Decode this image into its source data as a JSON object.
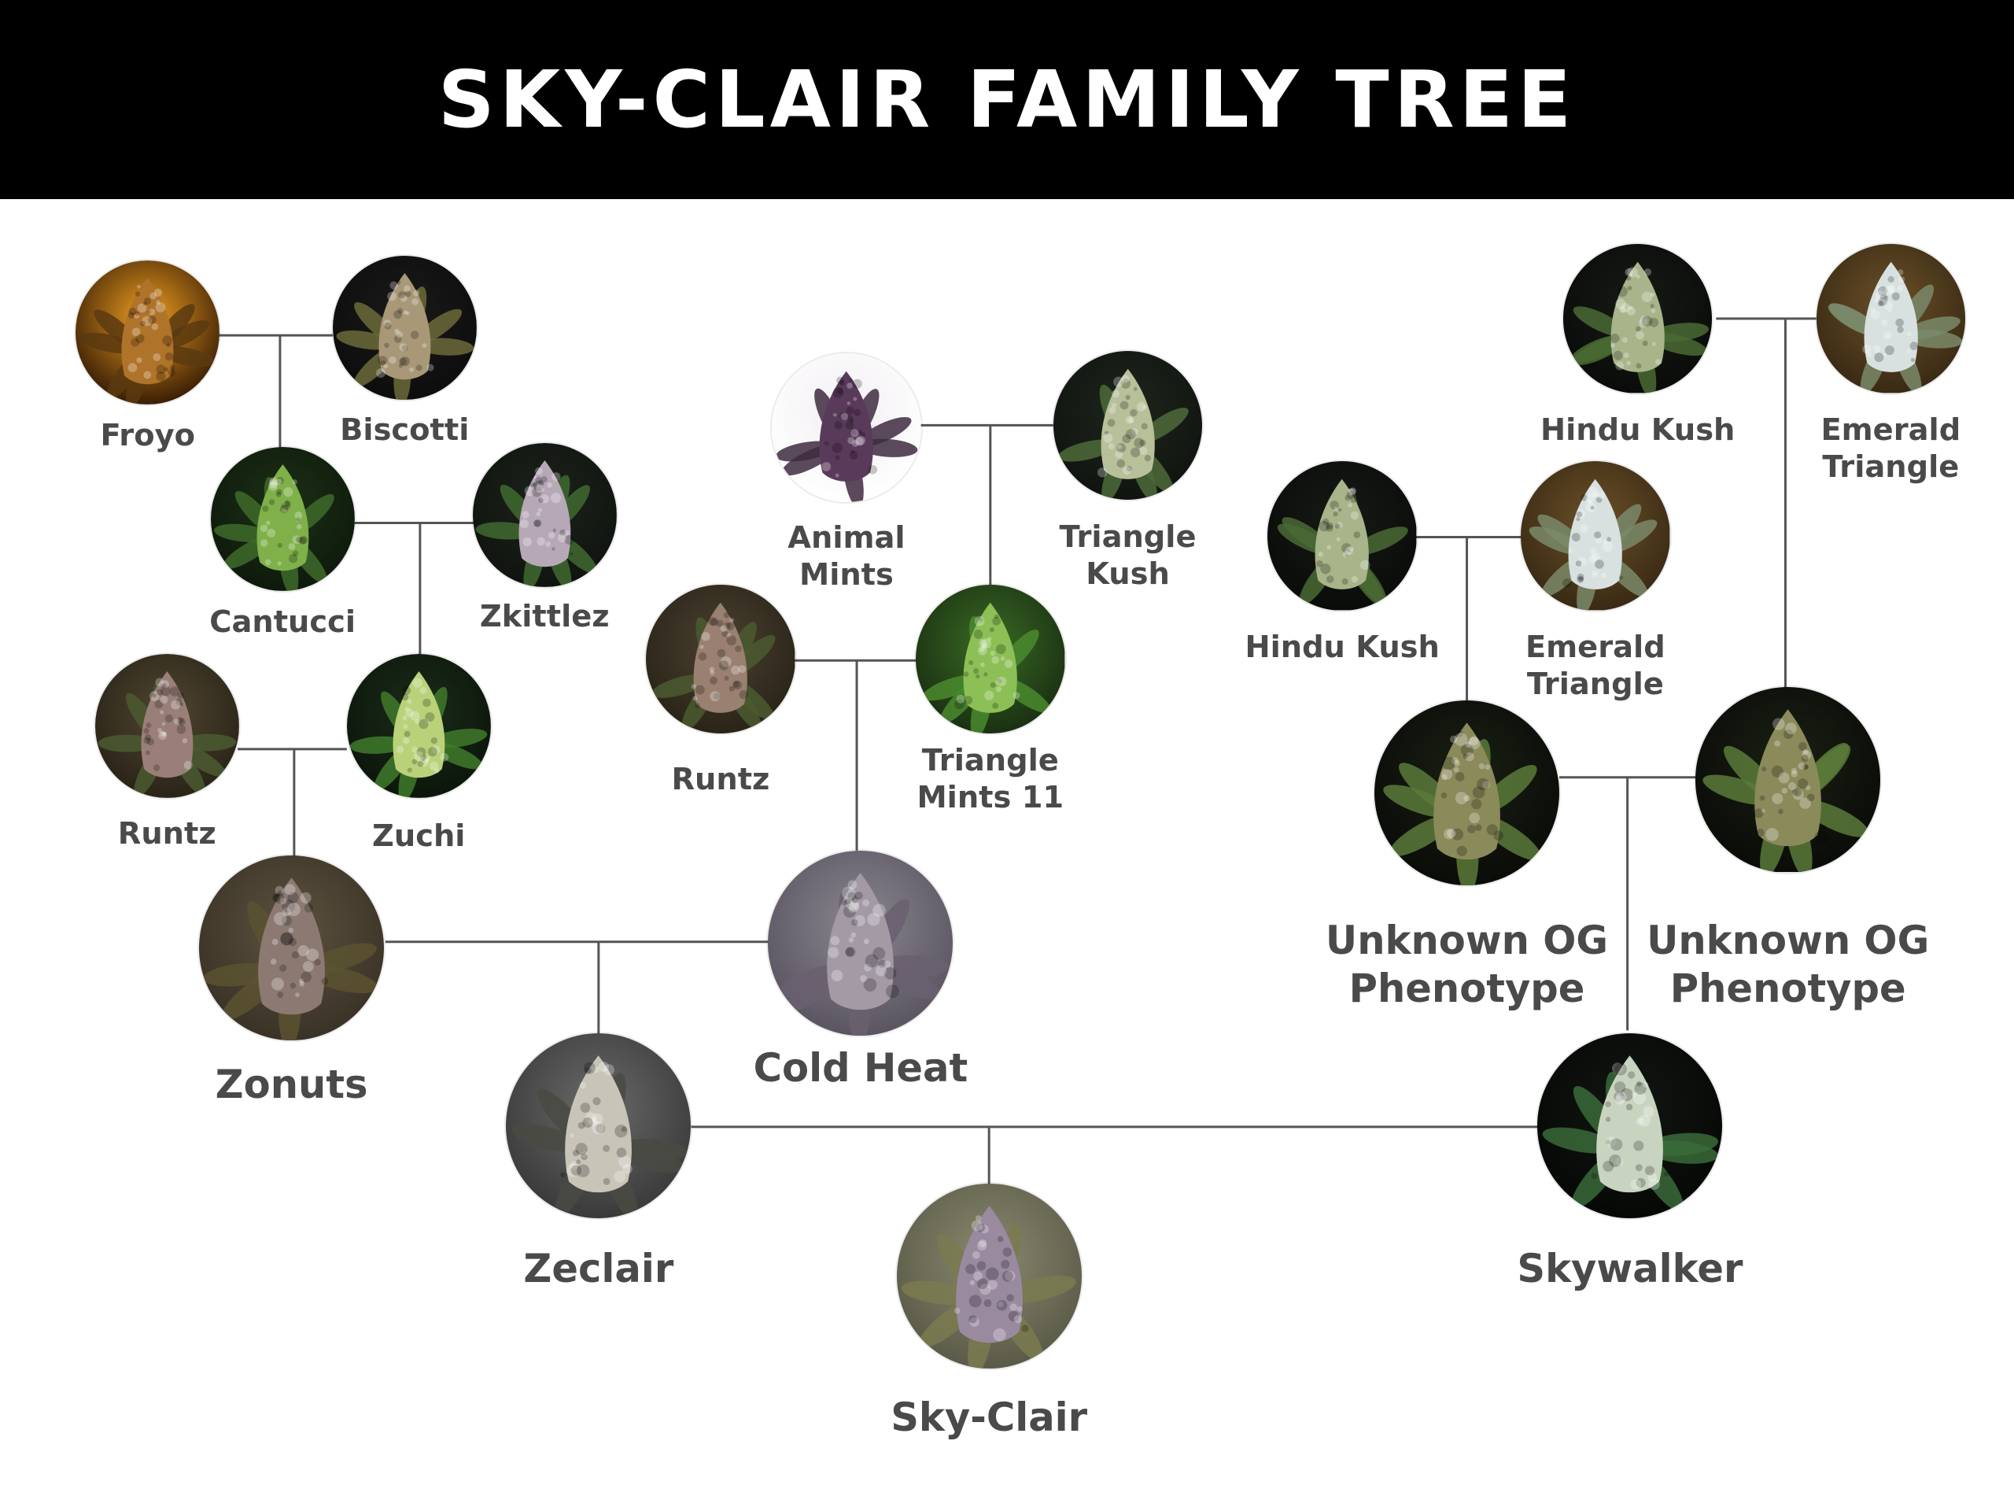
{
  "title": "SKY-CLAIR FAMILY TREE",
  "colors": {
    "banner": "#000000",
    "title_text": "#ffffff",
    "label_text": "#4a4a4a",
    "connector": "#555555",
    "background": "#ffffff"
  },
  "nodes": [
    {
      "id": "froyo",
      "label": [
        "Froyo"
      ],
      "photo": {
        "bg": "#3a1e05",
        "glow": "#f0a020",
        "bud": "#b0732a",
        "leaf": "#5a3a10"
      }
    },
    {
      "id": "biscotti",
      "label": [
        "Biscotti"
      ],
      "photo": {
        "bg": "#0d0d0d",
        "glow": "#1a1a1a",
        "bud": "#a89878",
        "leaf": "#6b6a3a"
      }
    },
    {
      "id": "cantucci",
      "label": [
        "Cantucci"
      ],
      "photo": {
        "bg": "#0e1a0c",
        "glow": "#1d3016",
        "bud": "#7fb04a",
        "leaf": "#3e6a2a"
      }
    },
    {
      "id": "zkittlez",
      "label": [
        "Zkittlez"
      ],
      "photo": {
        "bg": "#101410",
        "glow": "#1c231a",
        "bud": "#b7a8b8",
        "leaf": "#3f6a30"
      }
    },
    {
      "id": "runtz-1",
      "label": [
        "Runtz"
      ],
      "photo": {
        "bg": "#2a2418",
        "glow": "#504530",
        "bud": "#9a7f78",
        "leaf": "#4a5a30"
      }
    },
    {
      "id": "zuchi",
      "label": [
        "Zuchi"
      ],
      "photo": {
        "bg": "#0c160c",
        "glow": "#1a2c18",
        "bud": "#b9d27a",
        "leaf": "#3f7a2a"
      }
    },
    {
      "id": "zonuts",
      "label": [
        "Zonuts"
      ],
      "photo": {
        "bg": "#3a3226",
        "glow": "#5c5240",
        "bud": "#8c7a72",
        "leaf": "#5a5230"
      }
    },
    {
      "id": "animal-mints",
      "label": [
        "Animal",
        "Mints"
      ],
      "photo": {
        "bg": "#ffffff",
        "glow": "#f2eef2",
        "bud": "#5a3a5a",
        "leaf": "#3e2a40"
      }
    },
    {
      "id": "triangle-kush-1",
      "label": [
        "Triangle",
        "Kush"
      ],
      "photo": {
        "bg": "#101410",
        "glow": "#1e261c",
        "bud": "#b8c09a",
        "leaf": "#4e6a3a"
      }
    },
    {
      "id": "runtz-2",
      "label": [
        "Runtz"
      ],
      "photo": {
        "bg": "#2a2418",
        "glow": "#4a4030",
        "bud": "#9a8070",
        "leaf": "#4a5a30"
      }
    },
    {
      "id": "triangle-mints-11",
      "label": [
        "Triangle",
        "Mints 11"
      ],
      "photo": {
        "bg": "#1a3012",
        "glow": "#3a6a24",
        "bud": "#8cc056",
        "leaf": "#4a8a2e"
      }
    },
    {
      "id": "cold-heat",
      "label": [
        "Cold Heat"
      ],
      "photo": {
        "bg": "#5a5560",
        "glow": "#8a8690",
        "bud": "#a39aa6",
        "leaf": "#6a6070"
      }
    },
    {
      "id": "hindu-kush-1",
      "label": [
        "Hindu Kush"
      ],
      "photo": {
        "bg": "#0a0c0a",
        "glow": "#161a14",
        "bud": "#a8b48a",
        "leaf": "#4a6a34"
      }
    },
    {
      "id": "emerald-triangle-1",
      "label": [
        "Emerald",
        "Triangle"
      ],
      "photo": {
        "bg": "#3a2a14",
        "glow": "#6a5028",
        "bud": "#d8e0e0",
        "leaf": "#7a8a6a"
      }
    },
    {
      "id": "hindu-kush-2",
      "label": [
        "Hindu Kush"
      ],
      "photo": {
        "bg": "#0a0c0a",
        "glow": "#161a14",
        "bud": "#a8b48a",
        "leaf": "#4a6a34"
      }
    },
    {
      "id": "emerald-triangle-2",
      "label": [
        "Emerald",
        "Triangle"
      ],
      "photo": {
        "bg": "#3a2a14",
        "glow": "#6a5028",
        "bud": "#d8e0e0",
        "leaf": "#7a8a6a"
      }
    },
    {
      "id": "unknown-og-1",
      "label": [
        "Unknown OG",
        "Phenotype"
      ],
      "photo": {
        "bg": "#0a0c08",
        "glow": "#1a2014",
        "bud": "#8a8a5a",
        "leaf": "#5a7a3a"
      }
    },
    {
      "id": "unknown-og-2",
      "label": [
        "Unknown OG",
        "Phenotype"
      ],
      "photo": {
        "bg": "#0a0c08",
        "glow": "#1a2014",
        "bud": "#8a8a5a",
        "leaf": "#5a7a3a"
      }
    },
    {
      "id": "zeclair",
      "label": [
        "Zeclair"
      ],
      "photo": {
        "bg": "#3a3a3a",
        "glow": "#6a6a6a",
        "bud": "#c8c4b8",
        "leaf": "#4a4a44"
      }
    },
    {
      "id": "skywalker",
      "label": [
        "Skywalker"
      ],
      "photo": {
        "bg": "#060806",
        "glow": "#121612",
        "bud": "#c8d4c0",
        "leaf": "#3a6a3a"
      }
    },
    {
      "id": "sky-clair",
      "label": [
        "Sky-Clair"
      ],
      "photo": {
        "bg": "#5a5a48",
        "glow": "#8a8a70",
        "bud": "#9a8aa0",
        "leaf": "#7a7a50"
      }
    }
  ]
}
